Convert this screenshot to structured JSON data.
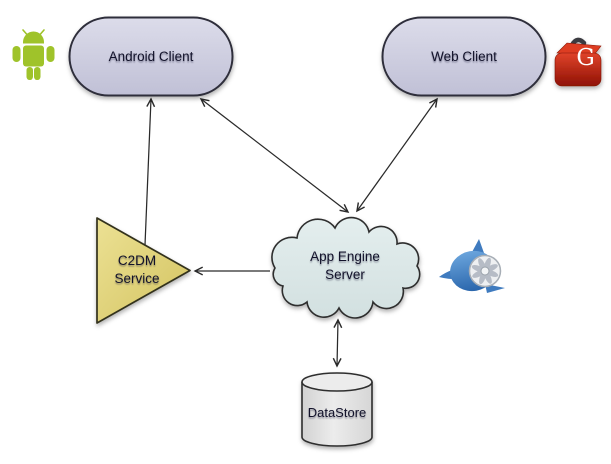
{
  "diagram": {
    "background_color": "#ffffff",
    "edge_color": "#2a2a2a",
    "nodes": {
      "android_client": {
        "label": "Android Client",
        "shape": "rounded-rectangle",
        "fill": "#cacadd"
      },
      "web_client": {
        "label": "Web Client",
        "shape": "rounded-rectangle",
        "fill": "#cacadd"
      },
      "c2dm_service": {
        "label": "C2DM Service",
        "shape": "right-pointing-triangle",
        "fill": "#e3d77b"
      },
      "app_engine_server": {
        "label": "App Engine Server",
        "shape": "cloud",
        "fill": "#dce8e8"
      },
      "datastore": {
        "label": "DataStore",
        "shape": "cylinder",
        "fill": "#e0e0e0"
      }
    },
    "icons": {
      "android": {
        "name": "android-robot-icon",
        "color": "#9fc32a"
      },
      "gwt": {
        "name": "gwt-toolbox-icon",
        "color": "#c6200f",
        "letter": "G"
      },
      "app_engine": {
        "name": "app-engine-logo-icon",
        "color": "#3f7bbf"
      }
    },
    "edges": [
      {
        "from": "C2DM Service",
        "to": "Android Client",
        "arrows": "one-way"
      },
      {
        "from": "Android Client",
        "to": "App Engine Server",
        "arrows": "two-way"
      },
      {
        "from": "Web Client",
        "to": "App Engine Server",
        "arrows": "two-way"
      },
      {
        "from": "App Engine Server",
        "to": "C2DM Service",
        "arrows": "one-way"
      },
      {
        "from": "App Engine Server",
        "to": "DataStore",
        "arrows": "two-way"
      }
    ]
  }
}
